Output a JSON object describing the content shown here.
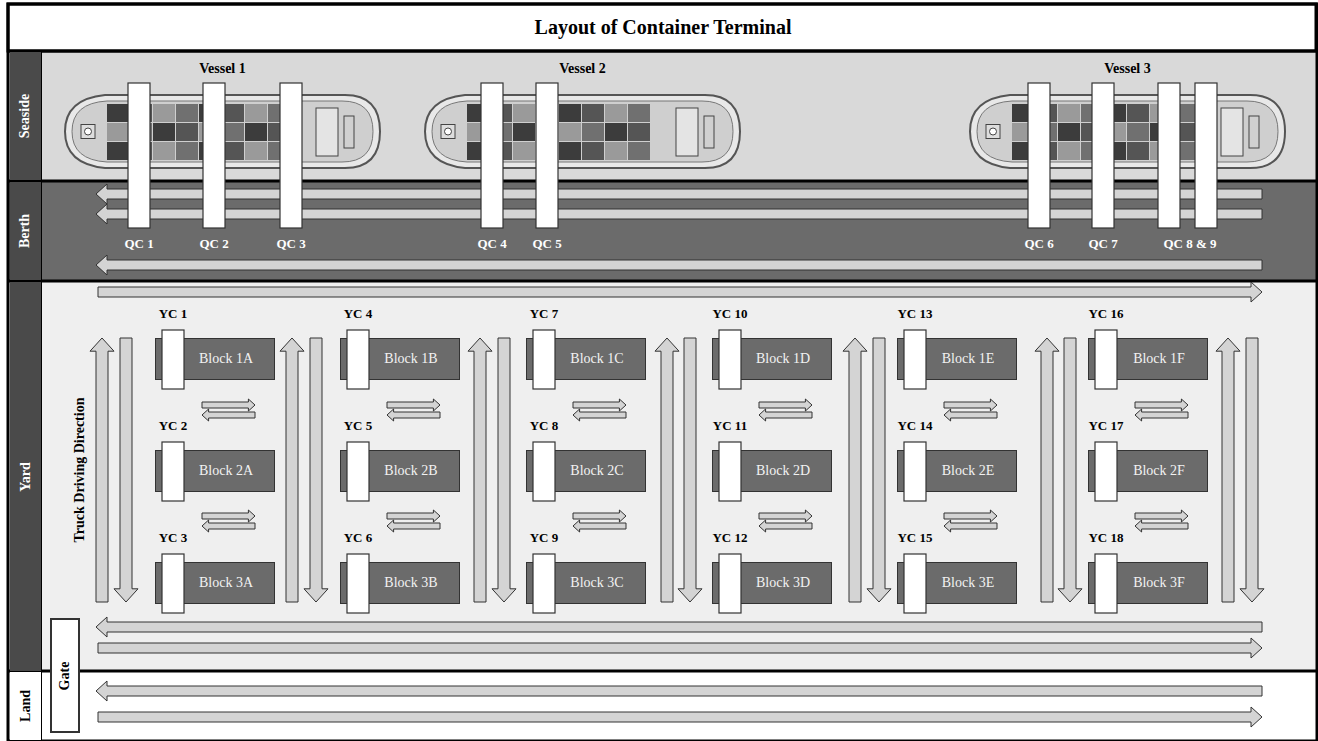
{
  "diagram": {
    "title": "Layout of Container Terminal",
    "nodes": [
      {
        "text": [
          "Seaside"
        ]
      },
      {
        "text": [
          "Vessel 1"
        ],
        "in": 0
      },
      {
        "text": [
          "Vessel 2"
        ],
        "in": 0
      },
      {
        "text": [
          "Vessel 3"
        ],
        "in": 0
      },
      {
        "text": [
          "Berth"
        ]
      },
      {
        "text": [
          "Yard"
        ]
      },
      {
        "text": [
          "Block 1A"
        ],
        "in": 5
      },
      {
        "text": [
          "Block 1B"
        ],
        "in": 5
      },
      {
        "text": [
          "Block 1C"
        ],
        "in": 5
      },
      {
        "text": [
          "Block 1D"
        ],
        "in": 5
      },
      {
        "text": [
          "Block 1E"
        ],
        "in": 5
      },
      {
        "text": [
          "Block 1F"
        ],
        "in": 5
      },
      {
        "text": [
          "Block 2A"
        ],
        "in": 5
      },
      {
        "text": [
          "Block 2B"
        ],
        "in": 5
      },
      {
        "text": [
          "Block 2C"
        ],
        "in": 5
      },
      {
        "text": [
          "Block 2D"
        ],
        "in": 5
      },
      {
        "text": [
          "Block 2E"
        ],
        "in": 5
      },
      {
        "text": [
          "Block 2F"
        ],
        "in": 5
      },
      {
        "text": [
          "Block 3A"
        ],
        "in": 5
      },
      {
        "text": [
          "Block 3B"
        ],
        "in": 5
      },
      {
        "text": [
          "Block 3C"
        ],
        "in": 5
      },
      {
        "text": [
          "Block 3D"
        ],
        "in": 5
      },
      {
        "text": [
          "Block 3E"
        ],
        "in": 5
      },
      {
        "text": [
          "Block 3F"
        ],
        "in": 5
      },
      {
        "text": [
          "Land"
        ]
      },
      {
        "text": [
          "Gate"
        ]
      }
    ],
    "labels": [
      "QC 1",
      "QC 2",
      "QC 3",
      "QC 4",
      "QC 5",
      "QC 6",
      "QC 7",
      "QC 8 & 9",
      "YC 1",
      "YC 4",
      "YC 7",
      "YC 10",
      "YC 13",
      "YC 16",
      "YC 2",
      "YC 5",
      "YC 8",
      "YC 11",
      "YC 14",
      "YC 17",
      "YC 3",
      "YC 6",
      "YC 9",
      "YC 12",
      "YC 15",
      "YC 18",
      "Truck Driving Direction"
    ]
  }
}
